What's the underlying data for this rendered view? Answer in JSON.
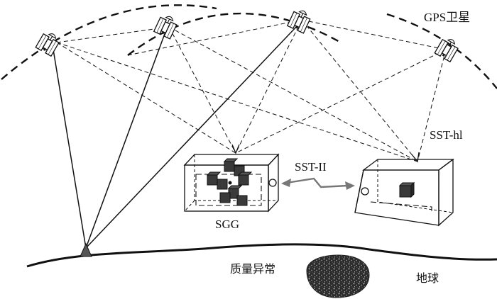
{
  "labels": {
    "gps": "GPS卫星",
    "sst_hl": "SST-hl",
    "sst_ll": "SST-II",
    "sgg": "SGG",
    "mass_anomaly": "质量异常",
    "earth": "地球"
  },
  "colors": {
    "stroke": "#111111",
    "cube": "#3a3a3a",
    "link": "#666666",
    "anomaly": "#2b2b2b"
  }
}
